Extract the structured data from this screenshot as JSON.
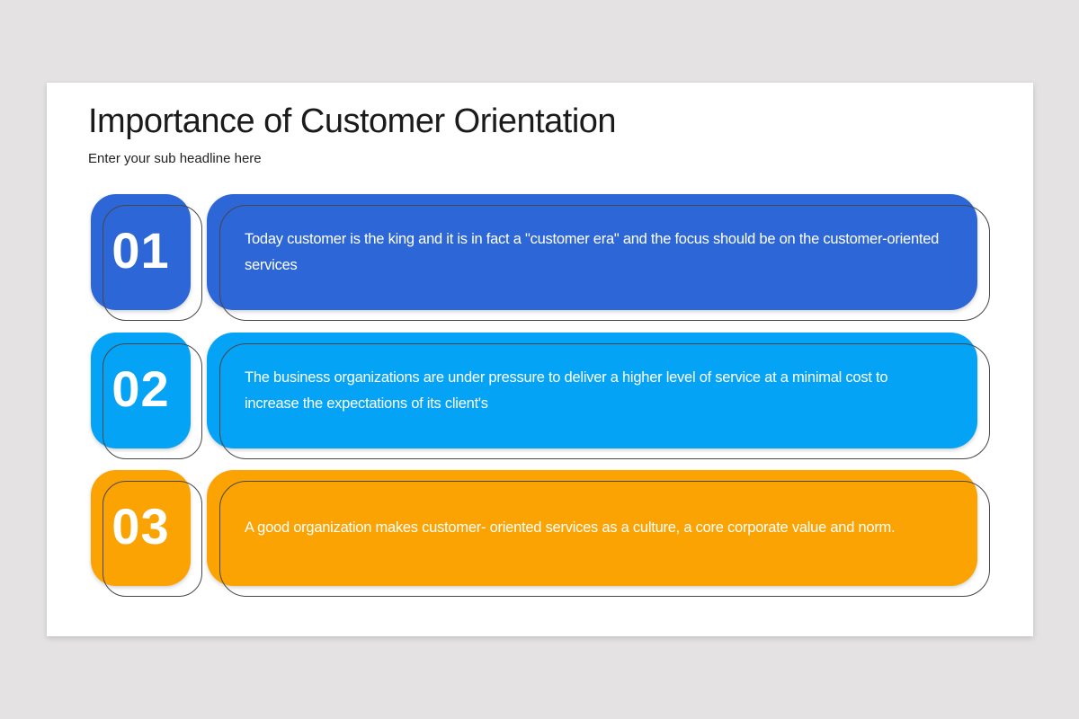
{
  "canvas": {
    "background": "#E4E2E2",
    "card_background": "#FFFFFF",
    "outline_color": "#474747",
    "text_on_fill_color": "#FFFFFF"
  },
  "header": {
    "title": "Importance of Customer Orientation",
    "subtitle": "Enter your sub headline here"
  },
  "items": [
    {
      "number": "01",
      "color": "#2D66D6",
      "text": "Today customer is the king and it is in fact a \"customer era\" and the focus should be on the customer-oriented services"
    },
    {
      "number": "02",
      "color": "#04A3F5",
      "text": "The business organizations are under pressure to deliver a higher level of service at a minimal cost to increase the expectations of its client's"
    },
    {
      "number": "03",
      "color": "#FBA302",
      "text": "A good organization makes customer- oriented services as a culture, a core corporate value and norm."
    }
  ]
}
